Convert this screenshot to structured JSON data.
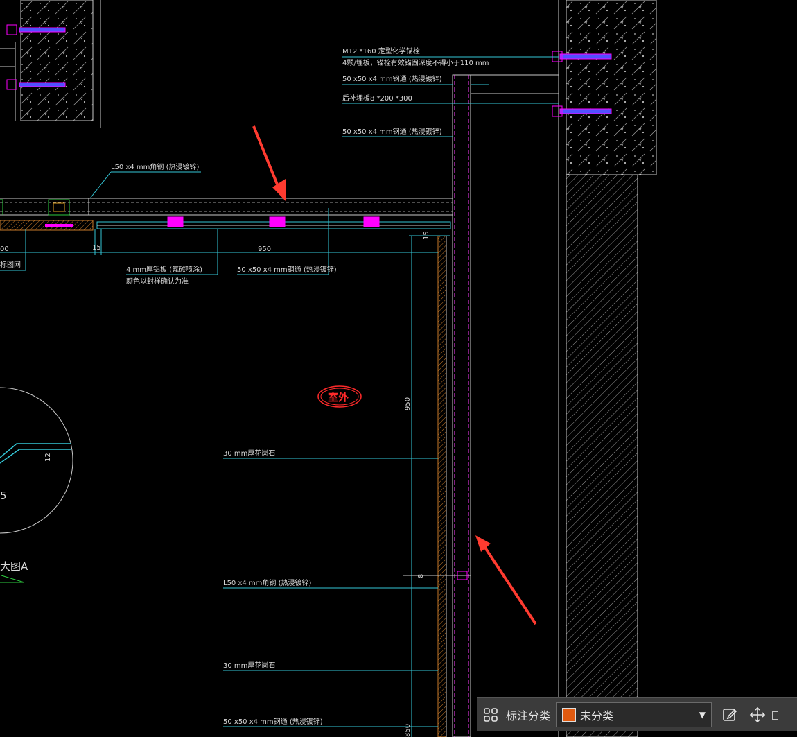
{
  "drawing": {
    "labels": {
      "anchor_bolt": "M12 *160 定型化学锚栓",
      "anchor_note": "4颗/埋板，锚栓有效锚固深度不得小于110 mm",
      "steel_tube_1": "50 x50 x4 mm钢通 (热浸镀锌)",
      "embed_plate": "后补埋板8 *200 *300",
      "steel_tube_2": "50 x50 x4 mm钢通 (热浸镀锌)",
      "angle_top": "L50 x4 mm角钢 (热浸镀锌)",
      "aluminum_panel": "4 mm厚铝板 (氟碳喷涂)",
      "aluminum_note": "颜色以封样确认为准",
      "steel_tube_3": "50 x50 x4 mm钢通 (热浸镀锌)",
      "granite_1": "30 mm厚花岗石",
      "angle_mid": "L50 x4 mm角钢 (热浸镀锌)",
      "granite_2": "30 mm厚花岗石",
      "steel_tube_bottom": "50 x50 x4 mm钢通 (热浸镀锌)",
      "outdoor": "室外",
      "detail_title": "大图A",
      "partial_left": "标图网",
      "partial_200": "00"
    },
    "dimensions": {
      "d15_h": "15",
      "d950_h": "950",
      "d15_v": "15",
      "d950_v": "950",
      "d8": "8",
      "d850": "850",
      "d12": "12",
      "d5": "5"
    },
    "colors": {
      "background": "#000000",
      "lines": "#c8c8c8",
      "cyan": "#34c6d6",
      "magenta": "#ff00ff",
      "annotation_red": "#ff3b30",
      "hatch": "#b0b0b0",
      "orange": "#c87a2a"
    }
  },
  "toolbar": {
    "grid_icon": "grid-icon",
    "label": "标注分类",
    "category_value": "未分类",
    "swatch_color": "#e05a10",
    "edit_icon": "edit-icon",
    "move_icon": "move-icon"
  }
}
